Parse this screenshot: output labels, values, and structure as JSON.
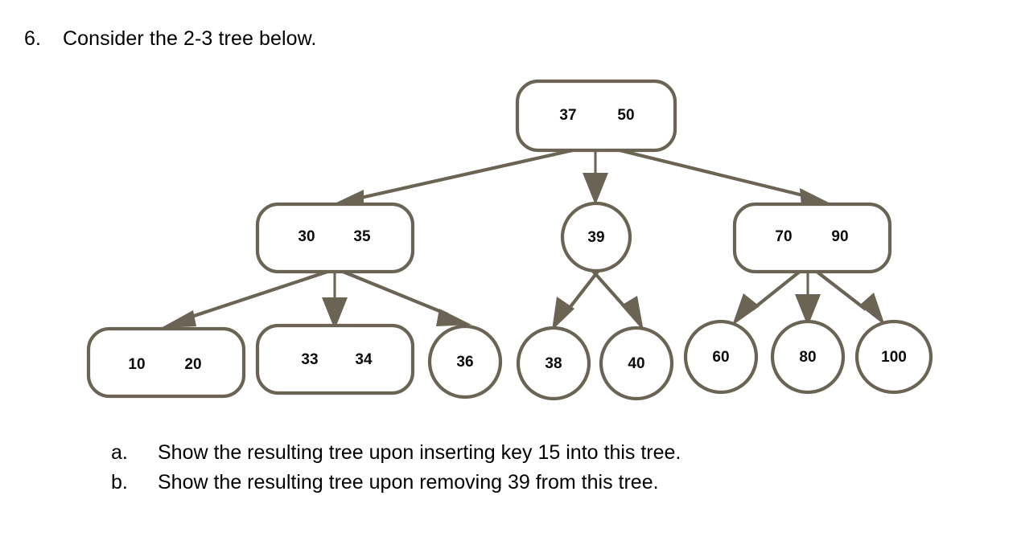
{
  "question": {
    "number": "6.",
    "prompt": "Consider the 2-3 tree below."
  },
  "subquestions": [
    {
      "label": "a.",
      "text": "Show the resulting tree upon inserting key 15 into this tree."
    },
    {
      "label": "b.",
      "text": "Show the resulting tree upon removing 39 from this tree."
    }
  ],
  "colors": {
    "stroke": "#6B6353",
    "node_fill": "#FFFFFF",
    "text": "#0B0B0B",
    "background": "#FFFFFF"
  },
  "diagram": {
    "type": "2-3 tree",
    "nodes": [
      {
        "id": "root",
        "shape": "rounded-rect",
        "keys": [
          "37",
          "50"
        ],
        "level": 0
      },
      {
        "id": "n3035",
        "shape": "rounded-rect",
        "keys": [
          "30",
          "35"
        ],
        "level": 1
      },
      {
        "id": "n39",
        "shape": "circle",
        "keys": [
          "39"
        ],
        "level": 1
      },
      {
        "id": "n7090",
        "shape": "rounded-rect",
        "keys": [
          "70",
          "90"
        ],
        "level": 1
      },
      {
        "id": "n1020",
        "shape": "rounded-rect",
        "keys": [
          "10",
          "20"
        ],
        "level": 2
      },
      {
        "id": "n3334",
        "shape": "rounded-rect",
        "keys": [
          "33",
          "34"
        ],
        "level": 2
      },
      {
        "id": "n36",
        "shape": "circle",
        "keys": [
          "36"
        ],
        "level": 2
      },
      {
        "id": "n38",
        "shape": "circle",
        "keys": [
          "38"
        ],
        "level": 2
      },
      {
        "id": "n40",
        "shape": "circle",
        "keys": [
          "40"
        ],
        "level": 2
      },
      {
        "id": "n60",
        "shape": "circle",
        "keys": [
          "60"
        ],
        "level": 2
      },
      {
        "id": "n80",
        "shape": "circle",
        "keys": [
          "80"
        ],
        "level": 2
      },
      {
        "id": "n100",
        "shape": "circle",
        "keys": [
          "100"
        ],
        "level": 2
      }
    ],
    "edges": [
      {
        "from": "root",
        "to": "n3035"
      },
      {
        "from": "root",
        "to": "n39"
      },
      {
        "from": "root",
        "to": "n7090"
      },
      {
        "from": "n3035",
        "to": "n1020"
      },
      {
        "from": "n3035",
        "to": "n3334"
      },
      {
        "from": "n3035",
        "to": "n36"
      },
      {
        "from": "n39",
        "to": "n38"
      },
      {
        "from": "n39",
        "to": "n40"
      },
      {
        "from": "n7090",
        "to": "n60"
      },
      {
        "from": "n7090",
        "to": "n80"
      },
      {
        "from": "n7090",
        "to": "n100"
      }
    ]
  },
  "node_keys": {
    "root_k1": "37",
    "root_k2": "50",
    "a_k1": "30",
    "a_k2": "35",
    "b_k1": "39",
    "c_k1": "70",
    "c_k2": "90",
    "l1_k1": "10",
    "l1_k2": "20",
    "l2_k1": "33",
    "l2_k2": "34",
    "l3_k1": "36",
    "l4_k1": "38",
    "l5_k1": "40",
    "l6_k1": "60",
    "l7_k1": "80",
    "l8_k1": "100"
  }
}
